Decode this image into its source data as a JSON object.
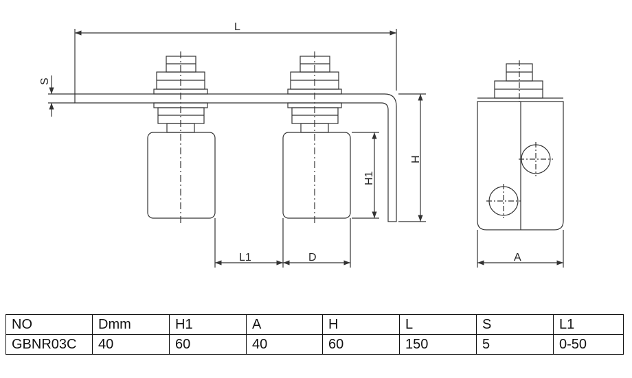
{
  "drawing": {
    "labels": {
      "L": "L",
      "S": "S",
      "H": "H",
      "H1": "H1",
      "L1": "L1",
      "D": "D",
      "A": "A"
    }
  },
  "table": {
    "headers": [
      "NO",
      "Dmm",
      "H1",
      "A",
      "H",
      "L",
      "S",
      "L1"
    ],
    "rows": [
      [
        "GBNR03C",
        "40",
        "60",
        "40",
        "60",
        "150",
        "5",
        "0-50"
      ]
    ]
  }
}
